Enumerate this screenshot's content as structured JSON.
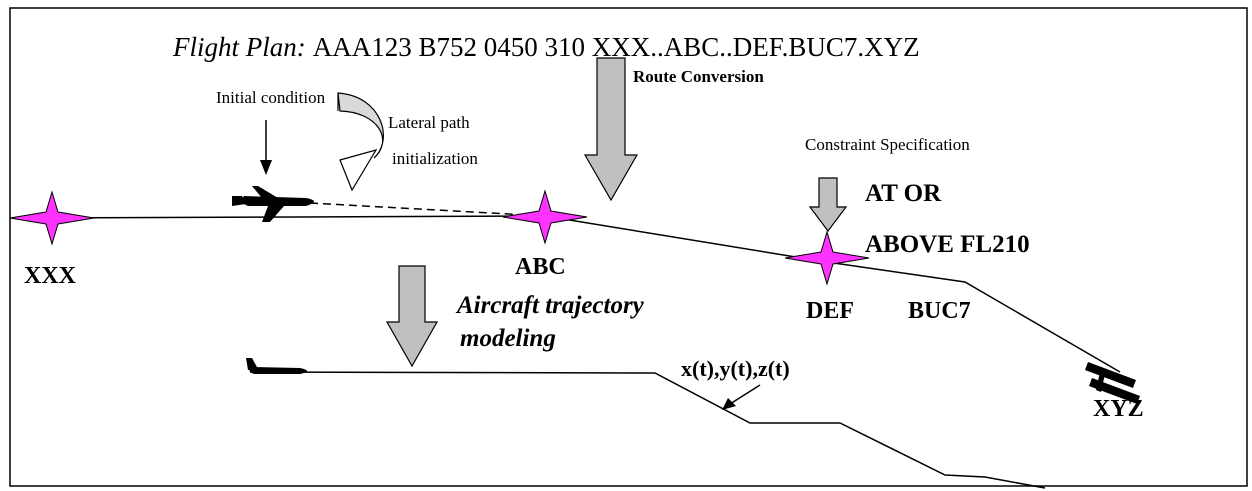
{
  "flight_plan": {
    "label": "Flight Plan:",
    "text": "AAA123 B752 0450 310 XXX..ABC..DEF.BUC7.XYZ"
  },
  "labels": {
    "initial_condition": "Initial condition",
    "lateral_path_line1": "Lateral path",
    "lateral_path_line2": "initialization",
    "route_conversion": "Route Conversion",
    "constraint_specification": "Constraint Specification",
    "constraint_line1": "AT OR",
    "constraint_line2": "ABOVE FL210",
    "modeling_line1": "Aircraft trajectory",
    "modeling_line2": "modeling",
    "trajectory_function": "x(t),y(t),z(t)"
  },
  "waypoints": [
    "XXX",
    "ABC",
    "DEF"
  ],
  "procedure": "BUC7",
  "destination": "XYZ",
  "colors": {
    "waypoint_fill": "#ff33ff",
    "arrow_fill": "#c0c0c0",
    "stroke": "#000000",
    "background": "#ffffff"
  },
  "icons": [
    "airplane-icon",
    "runway-icon",
    "waypoint-star-icon"
  ]
}
